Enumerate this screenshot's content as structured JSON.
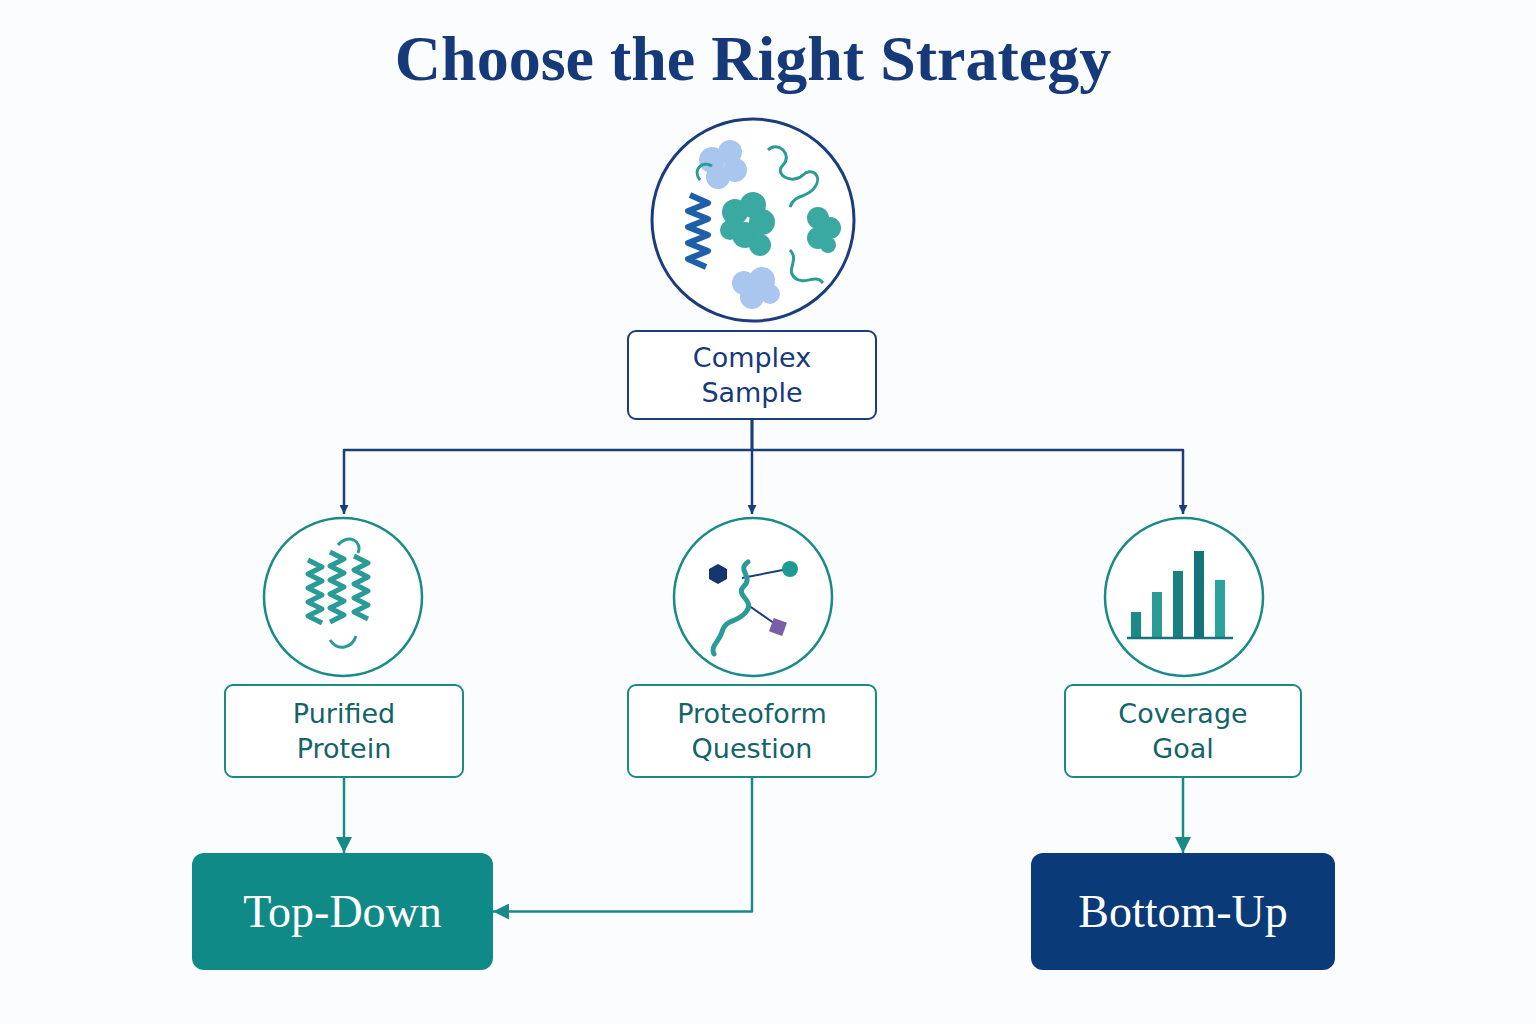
{
  "diagram": {
    "title": "Choose the Right Strategy",
    "nodes": [
      {
        "text": [
          "Complex Sample"
        ]
      },
      {
        "text": [
          "Purified Protein"
        ]
      },
      {
        "text": [
          "Proteoform Question"
        ]
      },
      {
        "text": [
          "Coverage Goal"
        ]
      },
      {
        "text": [
          "Top-Down"
        ]
      },
      {
        "text": [
          "Bottom-Up"
        ]
      }
    ],
    "edges": [
      {
        "from": 0,
        "to": 1,
        "arrow": "to"
      },
      {
        "from": 0,
        "to": 2,
        "arrow": "to"
      },
      {
        "from": 0,
        "to": 3,
        "arrow": "to"
      },
      {
        "from": 1,
        "to": 4,
        "arrow": "to"
      },
      {
        "from": 2,
        "to": 4,
        "arrow": "to"
      },
      {
        "from": 3,
        "to": 5,
        "arrow": "to"
      }
    ]
  }
}
